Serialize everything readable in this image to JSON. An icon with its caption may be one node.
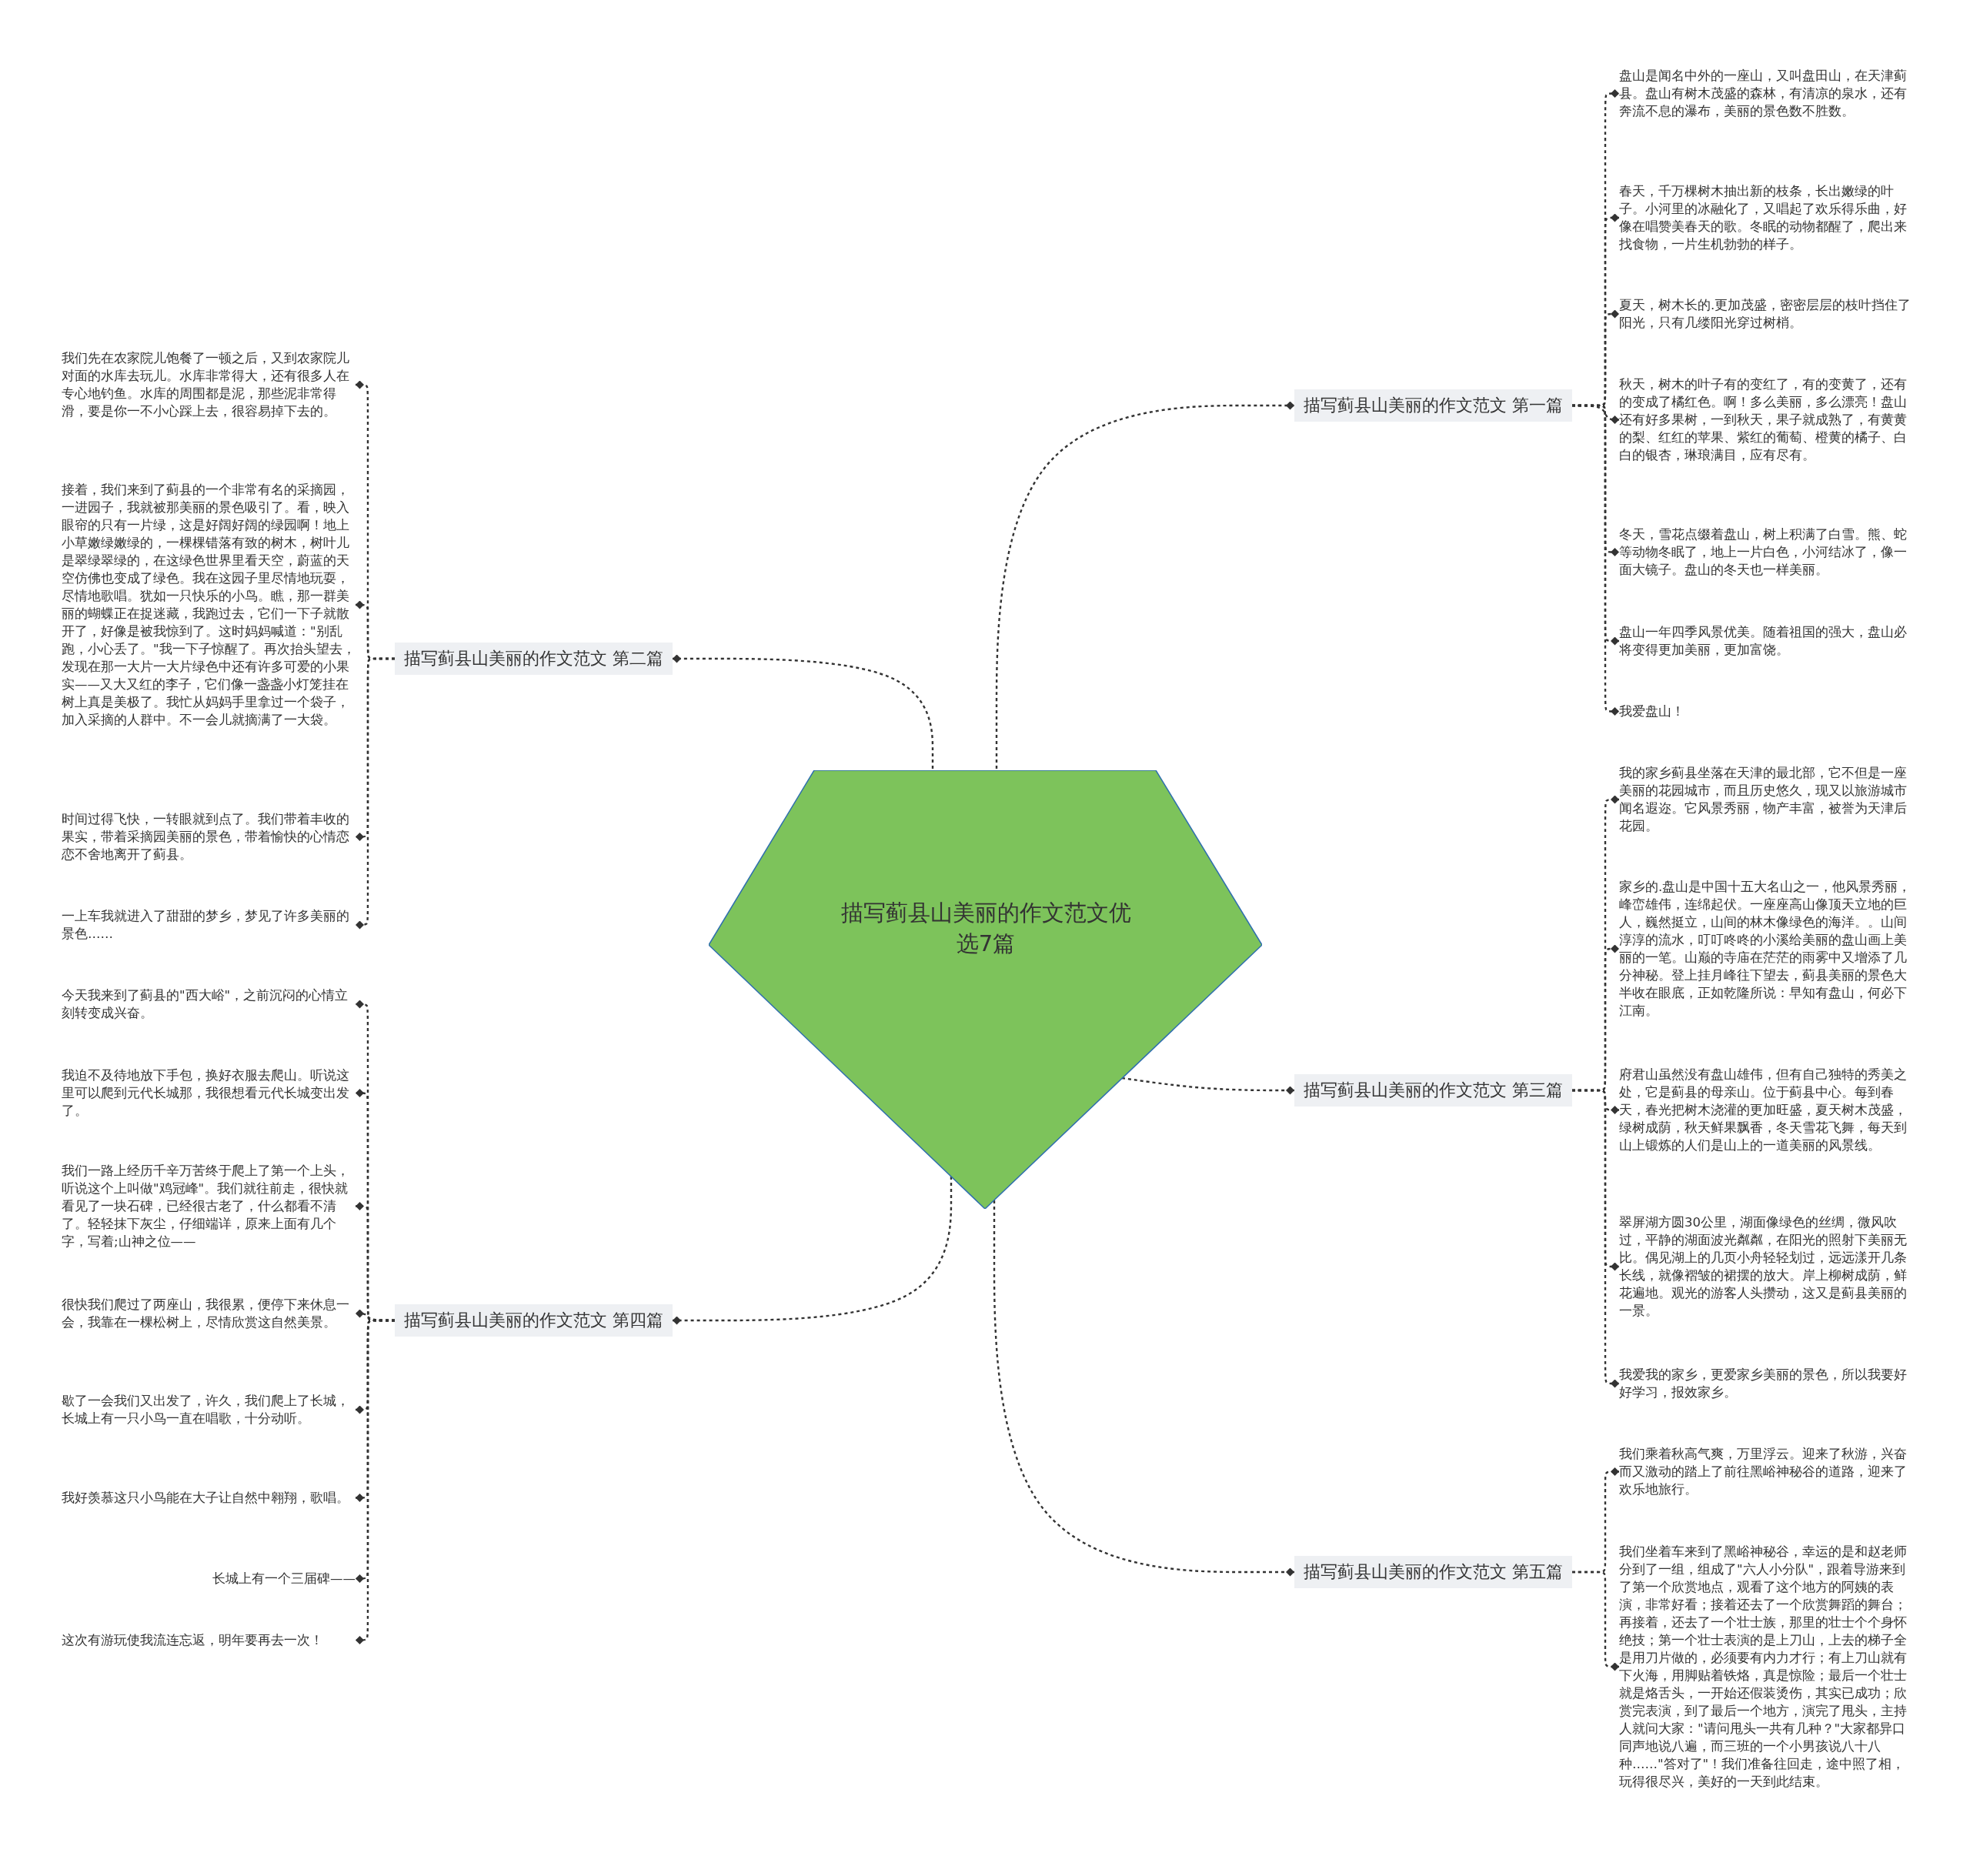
{
  "diagram": {
    "nodes": [
      {
        "text": [
          "描写蓟县山美丽的作文范文优选7篇"
        ]
      },
      {
        "text": [
          "描写蓟县山美丽的作文范文 第一篇"
        ]
      },
      {
        "text": [
          "盘山是闻名中外的一座山，又叫盘田山，在天津蓟县。盘山有树木茂盛的森林，有清凉的泉水，还有奔流不息的瀑布，美丽的景色数不胜数。"
        ]
      },
      {
        "text": [
          "春天，千万棵树木抽出新的枝条，长出嫩绿的叶子。小河里的冰融化了，又唱起了欢乐得乐曲，好像在唱赞美春天的歌。冬眠的动物都醒了，爬出来找食物，一片生机勃勃的样子。"
        ]
      },
      {
        "text": [
          "夏天，树木长的.更加茂盛，密密层层的枝叶挡住了阳光，只有几缕阳光穿过树梢。"
        ]
      },
      {
        "text": [
          "秋天，树木的叶子有的变红了，有的变黄了，还有的变成了橘红色。啊！多么美丽，多么漂亮！盘山还有好多果树，一到秋天，果子就成熟了，有黄黄的梨、红红的苹果、紫红的葡萄、橙黄的橘子、白白的银杏，琳琅满目，应有尽有。"
        ]
      },
      {
        "text": [
          "冬天，雪花点缀着盘山，树上积满了白雪。熊、蛇等动物冬眠了，地上一片白色，小河结冰了，像一面大镜子。盘山的冬天也一样美丽。"
        ]
      },
      {
        "text": [
          "盘山一年四季风景优美。随着祖国的强大，盘山必将变得更加美丽，更加富饶。"
        ]
      },
      {
        "text": [
          "我爱盘山！"
        ]
      },
      {
        "text": [
          "描写蓟县山美丽的作文范文 第二篇"
        ]
      },
      {
        "text": [
          "我们先在农家院儿饱餐了一顿之后，又到农家院儿对面的水库去玩儿。水库非常得大，还有很多人在专心地钓鱼。水库的周围都是泥，那些泥非常得滑，要是你一不小心踩上去，很容易掉下去的。"
        ]
      },
      {
        "text": [
          "接着，我们来到了蓟县的一个非常有名的采摘园，一进园子，我就被那美丽的景色吸引了。看，映入眼帘的只有一片绿，这是好阔好阔的绿园啊！地上小草嫩绿嫩绿的，一棵棵错落有致的树木，树叶儿是翠绿翠绿的，在这绿色世界里看天空，蔚蓝的天空仿佛也变成了绿色。我在这园子里尽情地玩耍，尽情地歌唱。犹如一只快乐的小鸟。瞧，那一群美丽的蝴蝶正在捉迷藏，我跑过去，它们一下子就散开了，好像是被我惊到了。这时妈妈喊道：\"别乱跑，小心丢了。\"我一下子惊醒了。再次抬头望去，发现在那一大片一大片绿色中还有许多可爱的小果实——又大又红的李子，它们像一盏盏小灯笼挂在树上真是美极了。我忙从妈妈手里拿过一个袋子，加入采摘的人群中。不一会儿就摘满了一大袋。"
        ]
      },
      {
        "text": [
          "时间过得飞快，一转眼就到点了。我们带着丰收的果实，带着采摘园美丽的景色，带着愉快的心情恋恋不舍地离开了蓟县。"
        ]
      },
      {
        "text": [
          "一上车我就进入了甜甜的梦乡，梦见了许多美丽的景色……"
        ]
      },
      {
        "text": [
          "描写蓟县山美丽的作文范文 第三篇"
        ]
      },
      {
        "text": [
          "我的家乡蓟县坐落在天津的最北部，它不但是一座美丽的花园城市，而且历史悠久，现又以旅游城市闻名遐迩。它风景秀丽，物产丰富，被誉为天津后花园。"
        ]
      },
      {
        "text": [
          "家乡的.盘山是中国十五大名山之一，他风景秀丽，峰峦雄伟，连绵起伏。一座座高山像顶天立地的巨人，巍然挺立，山间的林木像绿色的海洋。。山间淳淳的流水，叮叮咚咚的小溪给美丽的盘山画上美丽的一笔。山巅的寺庙在茫茫的雨雾中又增添了几分神秘。登上挂月峰往下望去，蓟县美丽的景色大半收在眼底，正如乾隆所说：早知有盘山，何必下江南。"
        ]
      },
      {
        "text": [
          "府君山虽然没有盘山雄伟，但有自己独特的秀美之处，它是蓟县的母亲山。位于蓟县中心。每到春天，春光把树木浇灌的更加旺盛，夏天树木茂盛，绿树成荫，秋天鲜果飘香，冬天雪花飞舞，每天到山上锻炼的人们是山上的一道美丽的风景线。"
        ]
      },
      {
        "text": [
          "翠屏湖方圆30公里，湖面像绿色的丝绸，微风吹过，平静的湖面波光粼粼，在阳光的照射下美丽无比。偶见湖上的几页小舟轻轻划过，远远漾开几条长线，就像褶皱的裙摆的放大。岸上柳树成荫，鲜花遍地。观光的游客人头攒动，这又是蓟县美丽的一景。"
        ]
      },
      {
        "text": [
          "我爱我的家乡，更爱家乡美丽的景色，所以我要好好学习，报效家乡。"
        ]
      },
      {
        "text": [
          "描写蓟县山美丽的作文范文 第四篇"
        ]
      },
      {
        "text": [
          "今天我来到了蓟县的\"西大峪\"，之前沉闷的心情立刻转变成兴奋。"
        ]
      },
      {
        "text": [
          "我迫不及待地放下手包，换好衣服去爬山。听说这里可以爬到元代长城那，我很想看元代长城变出发了。"
        ]
      },
      {
        "text": [
          "我们一路上经历千辛万苦终于爬上了第一个上头，听说这个上叫做\"鸡冠峰\"。我们就往前走，很快就看见了一块石碑，已经很古老了，什么都看不清了。轻轻抹下灰尘，仔细端详，原来上面有几个字，写着;山神之位——"
        ]
      },
      {
        "text": [
          "很快我们爬过了两座山，我很累，便停下来休息一会，我靠在一棵松树上，尽情欣赏这自然美景。"
        ]
      },
      {
        "text": [
          "歇了一会我们又出发了，许久，我们爬上了长城，长城上有一只小鸟一直在唱歌，十分动听。"
        ]
      },
      {
        "text": [
          "我好羡慕这只小鸟能在大子让自然中翱翔，歌唱。"
        ]
      },
      {
        "text": [
          "长城上有一个三届碑——"
        ]
      },
      {
        "text": [
          "这次有游玩使我流连忘返，明年要再去一次！"
        ]
      },
      {
        "text": [
          "描写蓟县山美丽的作文范文 第五篇"
        ]
      },
      {
        "text": [
          "我们乘着秋高气爽，万里浮云。迎来了秋游，兴奋而又激动的踏上了前往黑峪神秘谷的道路，迎来了欢乐地旅行。"
        ]
      },
      {
        "text": [
          "我们坐着车来到了黑峪神秘谷，幸运的是和赵老师分到了一组，组成了\"六人小分队\"，跟着导游来到了第一个欣赏地点，观看了这个地方的阿姨的表演，非常好看；接着还去了一个欣赏舞蹈的舞台；再接着，还去了一个壮士族，那里的壮士个个身怀绝技；第一个壮士表演的是上刀山，上去的梯子全是用刀片做的，必须要有内力才行；有上刀山就有下火海，用脚贴着铁烙，真是惊险；最后一个壮士就是烙舌头，一开始还假装烫伤，其实已成功；欣赏完表演，到了最后一个地方，演完了甩头，主持人就问大家：\"请问甩头一共有几种？\"大家都异口同声地说八遍，而三班的一个小男孩说八十八种……\"答对了\"！我们准备往回走，途中照了相，玩得很尽兴，美好的一天到此结束。"
        ]
      }
    ],
    "edges": [
      {
        "from": 0,
        "to": 1,
        "arrow": "other"
      },
      {
        "from": 0,
        "to": 9,
        "arrow": "other"
      },
      {
        "from": 0,
        "to": 14,
        "arrow": "other"
      },
      {
        "from": 0,
        "to": 20,
        "arrow": "other"
      },
      {
        "from": 0,
        "to": 29,
        "arrow": "other"
      },
      {
        "from": 1,
        "to": 2,
        "arrow": "other"
      },
      {
        "from": 1,
        "to": 3,
        "arrow": "other"
      },
      {
        "from": 1,
        "to": 4,
        "arrow": "other"
      },
      {
        "from": 1,
        "to": 5,
        "arrow": "other"
      },
      {
        "from": 1,
        "to": 6,
        "arrow": "other"
      },
      {
        "from": 1,
        "to": 7,
        "arrow": "other"
      },
      {
        "from": 1,
        "to": 8,
        "arrow": "other"
      },
      {
        "from": 9,
        "to": 10,
        "arrow": "other"
      },
      {
        "from": 9,
        "to": 11,
        "arrow": "other"
      },
      {
        "from": 9,
        "to": 12,
        "arrow": "other"
      },
      {
        "from": 9,
        "to": 13,
        "arrow": "other"
      },
      {
        "from": 14,
        "to": 15,
        "arrow": "other"
      },
      {
        "from": 14,
        "to": 16,
        "arrow": "other"
      },
      {
        "from": 14,
        "to": 17,
        "arrow": "other"
      },
      {
        "from": 14,
        "to": 18,
        "arrow": "other"
      },
      {
        "from": 14,
        "to": 19,
        "arrow": "other"
      },
      {
        "from": 20,
        "to": 21,
        "arrow": "other"
      },
      {
        "from": 20,
        "to": 22,
        "arrow": "other"
      },
      {
        "from": 20,
        "to": 23,
        "arrow": "other"
      },
      {
        "from": 20,
        "to": 24,
        "arrow": "other"
      },
      {
        "from": 20,
        "to": 25,
        "arrow": "other"
      },
      {
        "from": 20,
        "to": 26,
        "arrow": "other"
      },
      {
        "from": 20,
        "to": 27,
        "arrow": "other"
      },
      {
        "from": 20,
        "to": 28,
        "arrow": "other"
      },
      {
        "from": 29,
        "to": 30,
        "arrow": "other"
      },
      {
        "from": 29,
        "to": 31,
        "arrow": "other"
      }
    ]
  }
}
